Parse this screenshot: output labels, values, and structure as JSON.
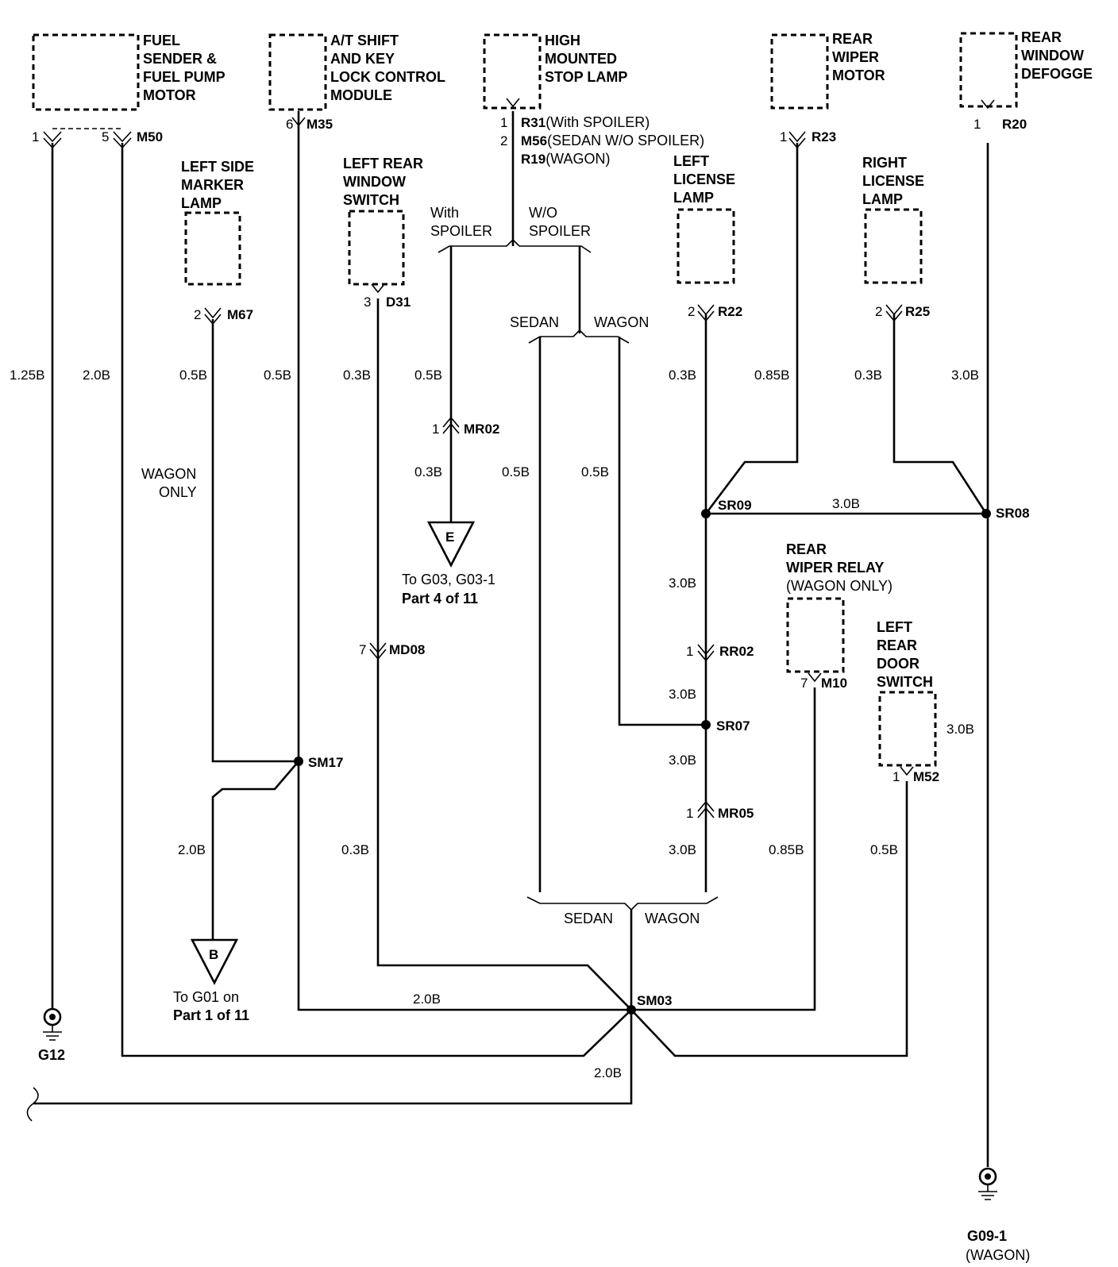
{
  "components": {
    "fuel": [
      "FUEL",
      "SENDER &",
      "FUEL PUMP",
      "MOTOR"
    ],
    "at_shift": [
      "A/T SHIFT",
      "AND KEY",
      "LOCK CONTROL",
      "MODULE"
    ],
    "stop_lamp": [
      "HIGH",
      "MOUNTED",
      "STOP LAMP"
    ],
    "rear_wiper_motor": [
      "REAR",
      "WIPER",
      "MOTOR"
    ],
    "rear_defogger": [
      "REAR",
      "WINDOW",
      "DEFOGGE"
    ],
    "left_marker": [
      "LEFT SIDE",
      "MARKER",
      "LAMP"
    ],
    "left_rear_window_switch": [
      "LEFT REAR",
      "WINDOW",
      "SWITCH"
    ],
    "left_license": [
      "LEFT",
      "LICENSE",
      "LAMP"
    ],
    "right_license": [
      "RIGHT",
      "LICENSE",
      "LAMP"
    ],
    "rear_wiper_relay": [
      "REAR",
      "WIPER RELAY",
      "(WAGON ONLY)"
    ],
    "left_rear_door_switch": [
      "LEFT",
      "REAR",
      "DOOR",
      "SWITCH"
    ]
  },
  "connectors": {
    "m50_pin1": "1",
    "m50_pin5": "5",
    "m50": "M50",
    "m35_pin": "6",
    "m35": "M35",
    "r31_pin": "1",
    "r31": "R31",
    "r31_note": "(With SPOILER)",
    "m56_pin": "2",
    "m56": "M56",
    "m56_note": "(SEDAN W/O SPOILER)",
    "r19": "R19",
    "r19_note": "(WAGON)",
    "r23_pin": "1",
    "r23": "R23",
    "r20_pin": "1",
    "r20": "R20",
    "m67_pin": "2",
    "m67": "M67",
    "d31_pin": "3",
    "d31": "D31",
    "r22_pin": "2",
    "r22": "R22",
    "r25_pin": "2",
    "r25": "R25",
    "mr02_pin": "1",
    "mr02": "MR02",
    "md08_pin": "7",
    "md08": "MD08",
    "rr02_pin": "1",
    "rr02": "RR02",
    "m10_pin": "7",
    "m10": "M10",
    "m52_pin": "1",
    "m52": "M52",
    "mr05_pin": "1",
    "mr05": "MR05"
  },
  "splices": {
    "sr09": "SR09",
    "sr08": "SR08",
    "sr07": "SR07",
    "sm17": "SM17",
    "sm03": "SM03"
  },
  "branches": {
    "with_spoiler": [
      "With",
      "SPOILER"
    ],
    "wo_spoiler": [
      "W/O",
      "SPOILER"
    ],
    "sedan_top": "SEDAN",
    "wagon_top": "WAGON",
    "sedan_bottom": "SEDAN",
    "wagon_bottom": "WAGON",
    "wagon_only": [
      "WAGON",
      "ONLY"
    ]
  },
  "wire_sizes": {
    "g12_wire": "1.25B",
    "m50_wire": "2.0B",
    "m67_wire": "0.5B",
    "m35_wire": "0.5B",
    "d31_wire": "0.3B",
    "spoiler_wire": "0.5B",
    "e_wire": "0.3B",
    "sedan_wire": "0.5B",
    "wagon_wire": "0.5B",
    "r22_wire": "0.3B",
    "r23_wire": "0.85B",
    "r25_wire": "0.3B",
    "r20_wire": "3.0B",
    "sr09_sr08": "3.0B",
    "sr09_rr02": "3.0B",
    "rr02_sr07": "3.0B",
    "sr07_mr05": "3.0B",
    "mr05_down": "3.0B",
    "m52_side": "3.0B",
    "sm17_b": "2.0B",
    "md08_down": "0.3B",
    "m10_down": "0.85B",
    "m52_down": "0.5B",
    "sm03_left": "2.0B",
    "sm03_bottom": "2.0B"
  },
  "references": {
    "e_letter": "E",
    "e_ref": [
      "To G03, G03-1",
      "Part 4 of 11"
    ],
    "b_letter": "B",
    "b_ref": [
      "To G01 on",
      "Part 1 of 11"
    ]
  },
  "grounds": {
    "g12": "G12",
    "g09": "G09-1",
    "g09_note": "(WAGON)"
  }
}
